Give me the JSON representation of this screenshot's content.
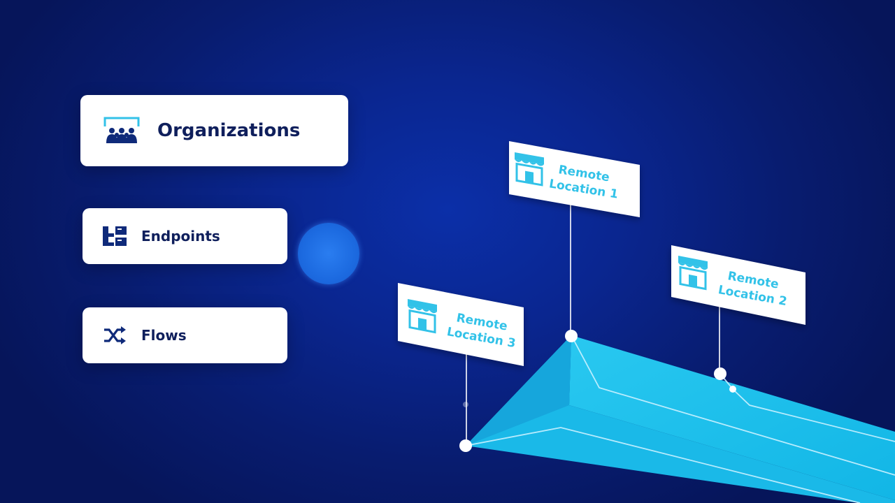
{
  "menu": {
    "organizations_label": "Organizations",
    "endpoints_label": "Endpoints",
    "flows_label": "Flows",
    "icons": {
      "organizations": "people-group-icon",
      "endpoints": "hierarchy-tree-icon",
      "flows": "shuffle-icon"
    }
  },
  "locations": {
    "loc1": {
      "line1": "Remote",
      "line2": "Location 1"
    },
    "loc2": {
      "line1": "Remote",
      "line2": "Location 2"
    },
    "loc3": {
      "line1": "Remote",
      "line2": "Location 3"
    },
    "icon": "storefront-icon"
  },
  "colors": {
    "background": "#0a2690",
    "card": "#ffffff",
    "label_text": "#0f1f5c",
    "location_text": "#33c2e8",
    "surface": "#1ec0ec",
    "orb": "#1c6ae0"
  }
}
